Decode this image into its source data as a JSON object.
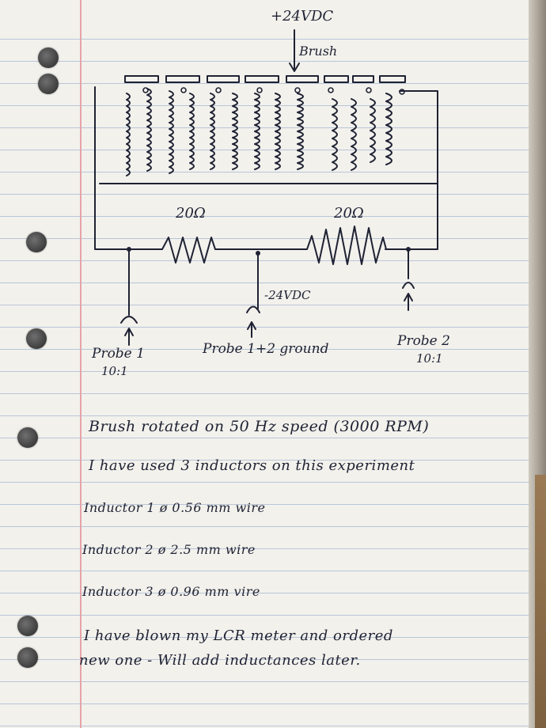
{
  "diagram": {
    "supply_top": "+24VDC",
    "brush_label": "Brush",
    "resistor_left": "20Ω",
    "resistor_right": "20Ω",
    "supply_bottom": "-24VDC",
    "probe1_label": "Probe 1",
    "probe1_ratio": "10:1",
    "ground_label": "Probe 1+2 ground",
    "probe2_label": "Probe 2",
    "probe2_ratio": "10:1"
  },
  "notes": [
    "Brush   rotated   on   50 Hz   speed (3000 RPM)",
    "I have   used   3 inductors   on   this experiment",
    "Inductor 1   ø 0.56 mm wire",
    "Inductor 2   ø 2.5 mm wire",
    "Inductor 3   ø 0.96 mm vire",
    "I have   blown   my   LCR   meter   and ordered",
    "new   one  -  Will add   inductances later."
  ],
  "colors": {
    "ink": "#1f2233",
    "paper": "#f2f1ec",
    "rule": "#b9c6d8",
    "margin": "#e7a3a8"
  }
}
